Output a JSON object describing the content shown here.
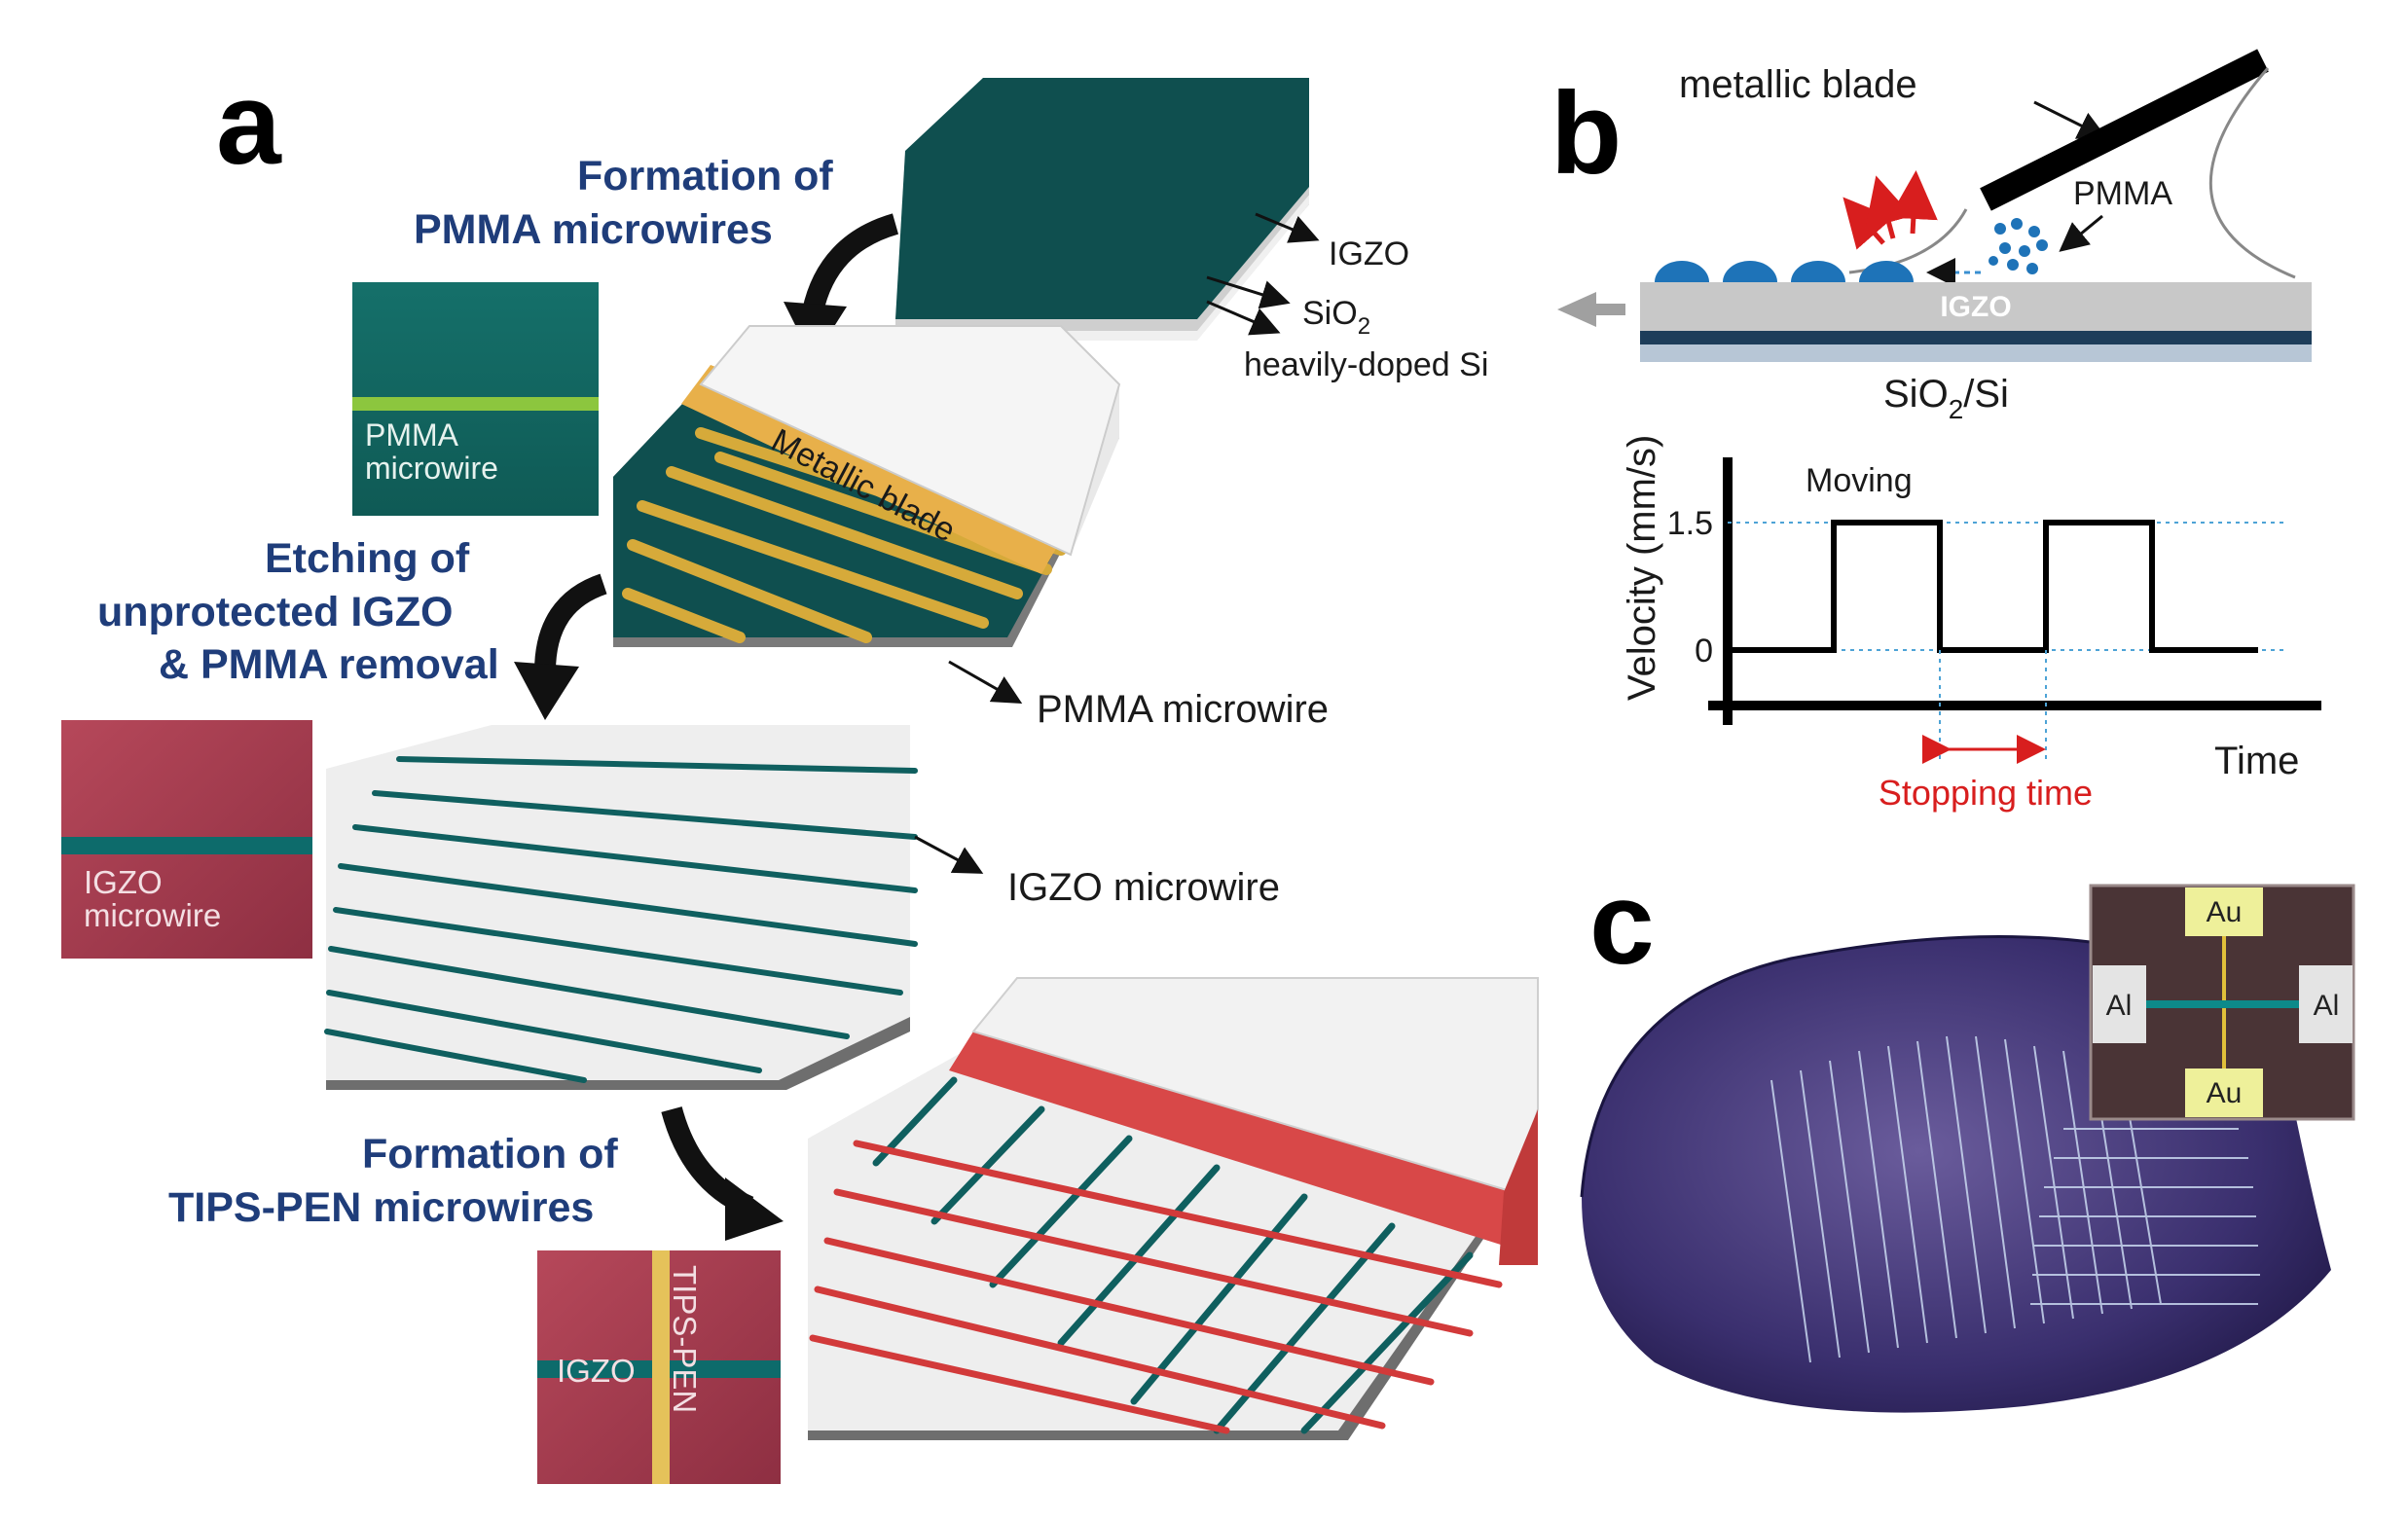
{
  "panels": {
    "a": "a",
    "b": "b",
    "c": "c"
  },
  "steps": {
    "step1_line1": "Formation of",
    "step1_line2": "PMMA microwires",
    "step2_line1": "Etching of",
    "step2_line2": "unprotected IGZO",
    "step2_line3": "& PMMA removal",
    "step3_line1": "Formation of",
    "step3_line2": "TIPS-PEN microwires"
  },
  "layers": {
    "igzo": "IGZO",
    "sio2": "SiO",
    "sio2_sub": "2",
    "si": "heavily-doped Si"
  },
  "callouts": {
    "metallic_blade_on_stage": "Metallic blade",
    "pmma_microwire": "PMMA microwire",
    "igzo_microwire": "IGZO microwire"
  },
  "insets": {
    "pmma_line1": "PMMA",
    "pmma_line2": "microwire",
    "igzo_line1": "IGZO",
    "igzo_line2": "microwire",
    "cross_igzo": "IGZO",
    "cross_tips": "TIPS-PEN"
  },
  "panel_b": {
    "blade": "metallic blade",
    "pmma": "PMMA",
    "igzo_bar": "IGZO",
    "substrate": "SiO",
    "substrate_sub": "2",
    "substrate_tail": "/Si"
  },
  "chart_data": {
    "type": "line",
    "title": "",
    "xlabel": "Time",
    "ylabel": "Velocity (mm/s)",
    "yticks": [
      "0",
      "1.5"
    ],
    "ylim": [
      0,
      1.5
    ],
    "x": [
      0,
      1,
      1,
      2,
      2,
      3,
      3,
      4,
      4,
      5
    ],
    "series": [
      {
        "values": [
          0,
          0,
          1.5,
          1.5,
          0,
          0,
          1.5,
          1.5,
          0,
          0
        ]
      }
    ],
    "annotations": {
      "moving": "Moving",
      "stopping": "Stopping time"
    }
  },
  "panel_c": {
    "au_top": "Au",
    "au_bottom": "Au",
    "al_left": "Al",
    "al_right": "Al"
  },
  "colors": {
    "teal": "#0f4f4f",
    "pmma": "#c8a22a",
    "tips_red": "#d23a3a",
    "title_blue": "#1f3d7a",
    "stop_red": "#d81e1e"
  }
}
